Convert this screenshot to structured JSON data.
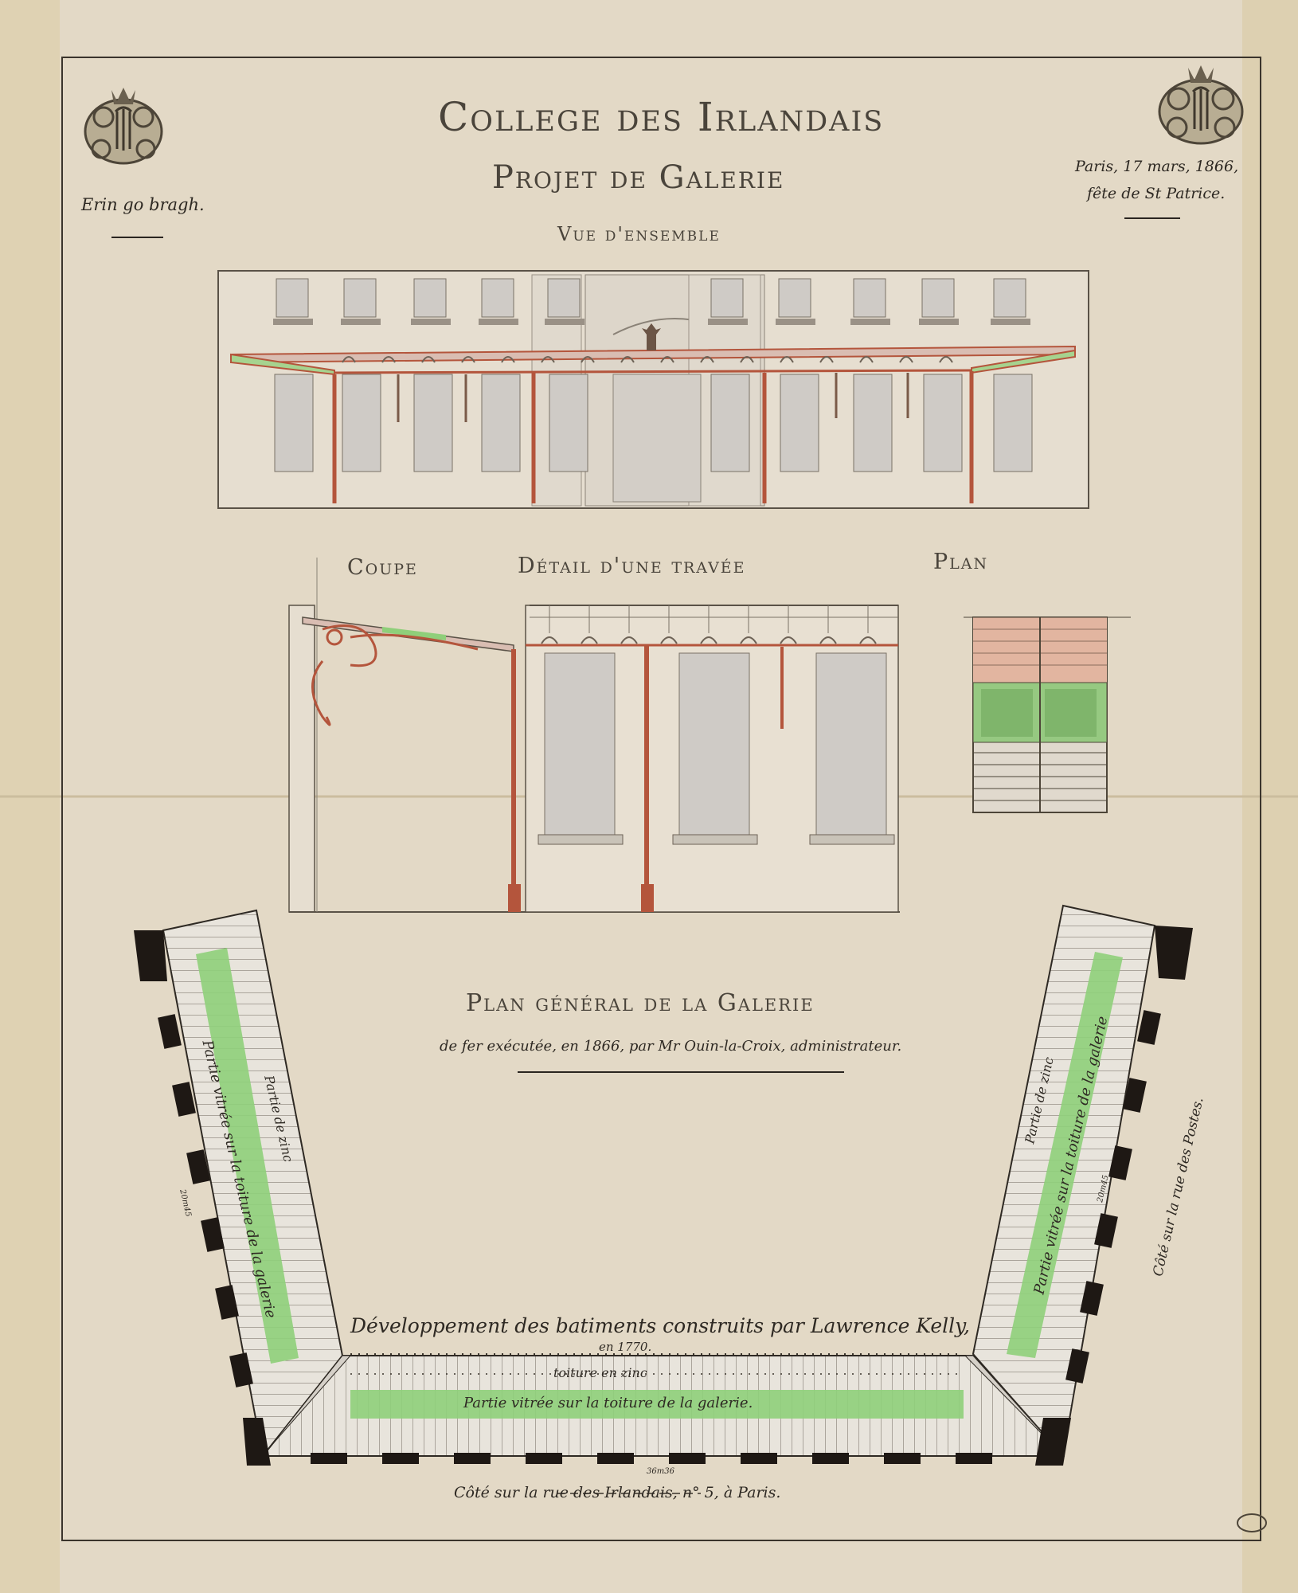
{
  "title": {
    "line1": "College des Irlandais",
    "line2": "Projet de Galerie",
    "line3": "Vue d'ensemble"
  },
  "motto": "Erin go bragh.",
  "date": {
    "line1": "Paris, 17 mars, 1866,",
    "line2": "fête de St Patrice."
  },
  "section_labels": {
    "coupe": "Coupe",
    "detail": "Détail d'une travée",
    "plan": "Plan"
  },
  "general_plan": {
    "title": "Plan général de la Galerie",
    "subtitle": "de fer exécutée, en 1866, par Mr Ouin-la-Croix, administrateur."
  },
  "plan_annotations": {
    "left_wing_glass": "Partie vitrée sur la toiture de la galerie",
    "left_wing_zinc": "Partie de zinc",
    "left_wing_dim": "20m45",
    "right_wing_glass": "Partie vitrée sur la toiture de la galerie",
    "right_wing_zinc": "Partie de zinc",
    "right_wing_dim": "20m45",
    "right_wing_street": "Côté sur la rue des Postes.",
    "development_line1": "Développement des batiments construits par Lawrence Kelly,",
    "development_line2": "en 1770.",
    "roof_zinc": "toiture en zinc",
    "bottom_glass": "Partie vitrée sur la toiture de la galerie.",
    "bottom_dim": "36m36",
    "bottom_street": "Côté sur la rue des Irlandais, n° 5, à Paris."
  },
  "colors": {
    "paper": "#e3d9c6",
    "ink": "#3a342c",
    "iron": "#b4553c",
    "glass_green": "#8fcf7a",
    "window_grey": "#c9c6c0"
  }
}
